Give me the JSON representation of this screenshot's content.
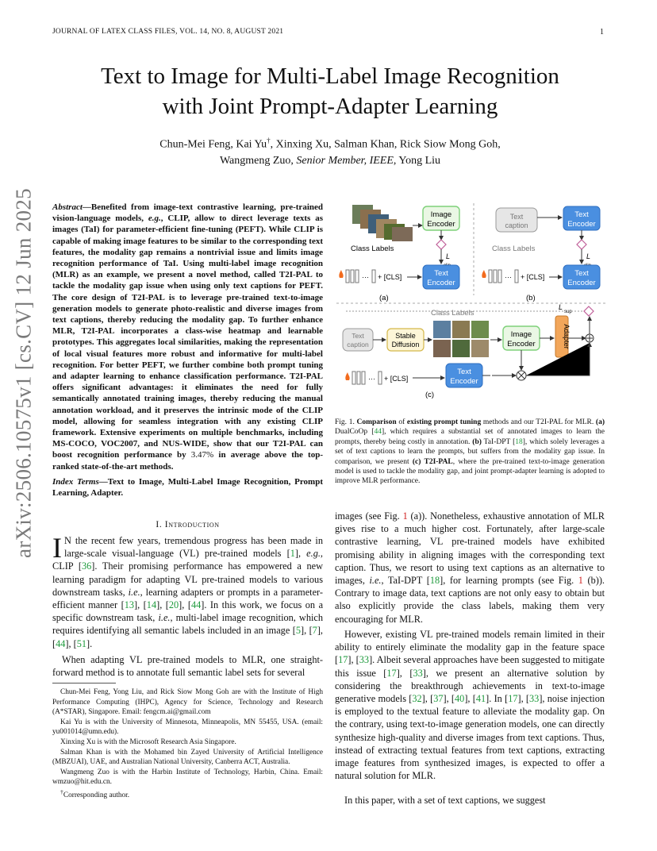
{
  "header": {
    "journal": "JOURNAL OF LATEX CLASS FILES, VOL. 14, NO. 8, AUGUST 2021",
    "page_number": "1"
  },
  "arxiv_id": "arXiv:2506.10575v1  [cs.CV]  12 Jun 2025",
  "title_line1": "Text to Image for Multi-Label Image Recognition",
  "title_line2": "with Joint Prompt-Adapter Learning",
  "authors_line1": "Chun-Mei Feng, Kai Yu",
  "authors_line1_sup": "†",
  "authors_line1_rest": ", Xinxing Xu, Salman Khan, Rick Siow Mong Goh,",
  "authors_line2a": "Wangmeng Zuo, ",
  "authors_line2_role": "Senior Member, IEEE",
  "authors_line2b": ", Yong Liu",
  "abstract": {
    "lead": "Abstract",
    "text1": "—Benefited from image-text contrastive learning, pre-trained vision-language models, ",
    "eg": "e.g.",
    "text2": ", CLIP, allow to direct leverage texts as images (TaI) for parameter-efficient fine-tuning (PEFT). While CLIP is capable of making image features to be similar to the corresponding text features, the modality gap remains a nontrivial issue and limits image recognition performance of TaI. Using multi-label image recognition (MLR) as an example, we present a novel method, called T2I-PAL to tackle the modality gap issue when using only text captions for PEFT. The core design of T2I-PAL is to leverage pre-trained text-to-image generation models to generate photo-realistic and diverse images from text captions, thereby reducing the modality gap. To further enhance MLR, T2I-PAL incorporates a class-wise heatmap and learnable prototypes. This aggregates local similarities, making the representation of local visual features more robust and informative for multi-label recognition. For better PEFT, we further combine both prompt tuning and adapter learning to enhance classification performance. T2I-PAL offers significant advantages: it eliminates the need for fully semantically annotated training images, thereby reducing the manual annotation workload, and it preserves the intrinsic mode of the CLIP model, allowing for seamless integration with any existing CLIP framework. Extensive experiments on multiple benchmarks, including MS-COCO, VOC2007, and NUS-WIDE, show that our T2I-PAL can boost recognition performance by ",
    "number": "3.47%",
    "text3": " in average above the top-ranked state-of-the-art methods."
  },
  "index_terms": {
    "lead": "Index Terms",
    "text": "—Text to Image, Multi-Label Image Recognition, Prompt Learning, Adapter."
  },
  "section_title": "I. Introduction",
  "intro_p1": {
    "dropcap": "I",
    "first_word": "N",
    "t1": " the recent few years, tremendous progress has been made in large-scale visual-language (VL) pre-trained models [",
    "c1": "1",
    "t2": "], ",
    "eg": "e.g.",
    "t3": ", CLIP [",
    "c2": "36",
    "t4": "]. Their promising performance has empowered a new learning paradigm for adapting VL pre-trained models to various downstream tasks, ",
    "ie": "i.e.",
    "t5": ", learning adapters or prompts in a parameter-efficient manner [",
    "c3": "13",
    "t6": "], [",
    "c4": "14",
    "t7": "], [",
    "c5": "20",
    "t8": "], [",
    "c6": "44",
    "t9": "]. In this work, we focus on a specific downstream task, ",
    "ie2": "i.e.",
    "t10": ", multi-label image recognition, which requires identifying all semantic labels included in an image [",
    "c7": "5",
    "t11": "], [",
    "c8": "7",
    "t12": "], [",
    "c9": "44",
    "t13": "], [",
    "c10": "51",
    "t14": "]."
  },
  "intro_p2": "When adapting VL pre-trained models to MLR, one straight-forward method is to annotate full semantic label sets for several",
  "footnotes": [
    "Chun-Mei Feng, Yong Liu, and Rick Siow Mong Goh are with the Institute of High Performance Computing (IHPC), Agency for Science, Technology and Research (A*STAR), Singapore. Email: fengcm.ai@gmail.com",
    "Kai Yu is with the University of Minnesota, Minneapolis, MN 55455, USA. (email: yu001014@umn.edu).",
    "Xinxing Xu is with the Microsoft Research Asia Singapore.",
    "Salman Khan is with the Mohamed bin Zayed University of Artificial Intelligence (MBZUAI), UAE, and Australian National University, Canberra ACT, Australia.",
    "Wangmeng Zuo is with the Harbin Institute of Technology, Harbin, China. Email: wmzuo@hit.edu.cn."
  ],
  "footnote_corresponding": "Corresponding author.",
  "footnote_dagger": "†",
  "figure": {
    "image_encoder": "Image",
    "image_encoder2": "Encoder",
    "text_encoder": "Text",
    "text_encoder2": "Encoder",
    "text_caption": "Text",
    "text_caption2": "caption",
    "class_labels": "Class Labels",
    "stable": "Stable",
    "diffusion": "Diffusion",
    "adapter": "Adapter",
    "cls": "+ [CLS]",
    "dots": "···",
    "loss": "L",
    "loss_sub_clip": "clip",
    "loss_sub_sup": "sup",
    "label_a": "(a)",
    "label_b": "(b)",
    "label_c": "(c)"
  },
  "caption": {
    "fig": "Fig. 1.  ",
    "b1": "Comparison",
    "t1": " of ",
    "b2": "existing prompt tuning",
    "t2": " methods and our T2I-PAL for MLR. ",
    "b3": "(a)",
    "t3": " DualCoOp [",
    "c1": "44",
    "t4": "], which requires a substantial set of annotated images to learn the prompts, thereby being costly in annotation. ",
    "b4": "(b)",
    "t5": " TaI-DPT [",
    "c2": "18",
    "t6": "], which solely leverages a set of text captions to learn the prompts, but suffers from the modality gap issue. In comparison, we present ",
    "b5": "(c) T2I-PAL",
    "t7": ", where the pre-trained text-to-image generation model is used to tackle the modality gap, and joint prompt-adapter learning is adopted to improve MLR performance."
  },
  "right_p1": {
    "t1": "images (see Fig. ",
    "f1": "1",
    "t2": " (a)). Nonetheless, exhaustive annotation of MLR gives rise to a much higher cost. Fortunately, after large-scale contrastive learning, VL pre-trained models have exhibited promising ability in aligning images with the corresponding text caption. Thus, we resort to using text captions as an alternative to images, ",
    "ie": "i.e.",
    "t3": ", TaI-DPT [",
    "c1": "18",
    "t4": "], for learning prompts (see Fig. ",
    "f2": "1",
    "t5": " (b)). Contrary to image data, text captions are not only easy to obtain but also explicitly provide the class labels, making them very encouraging for MLR."
  },
  "right_p2": {
    "t1": "However, existing VL pre-trained models remain limited in their ability to entirely eliminate the modality gap in the feature space [",
    "c1": "17",
    "t2": "], [",
    "c2": "33",
    "t3": "]. Albeit several approaches have been suggested to mitigate this issue [",
    "c3": "17",
    "t4": "], [",
    "c4": "33",
    "t5": "], we present an alternative solution by considering the breakthrough achievements in text-to-image generative models [",
    "c5": "32",
    "t6": "], [",
    "c6": "37",
    "t7": "], [",
    "c7": "40",
    "t8": "], [",
    "c8": "41",
    "t9": "]. In [",
    "c9": "17",
    "t10": "], [",
    "c10": "33",
    "t11": "], noise injection is employed to the textual feature to alleviate the modality gap. On the contrary, using text-to-image generation models, one can directly synthesize high-quality and diverse images from text captions. Thus, instead of extracting textual features from text captions, extracting image features from synthesized images, is expected to offer a natural solution for MLR."
  },
  "right_p3": "In this paper, with a set of text captions, we suggest",
  "colors": {
    "citation": "#1e9a3c",
    "figref": "#d01f1f",
    "green_box": "#7fd17a",
    "blue_box": "#4a8fe0",
    "orange_box": "#f2a65a"
  }
}
